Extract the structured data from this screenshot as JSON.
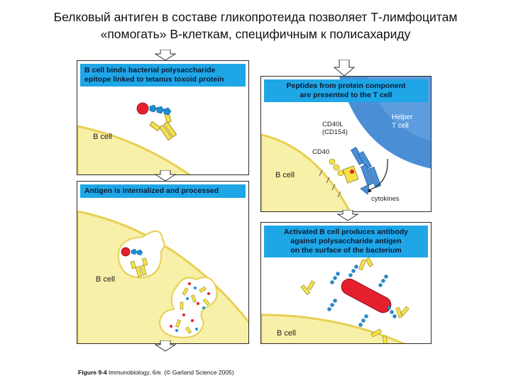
{
  "slide": {
    "title_line1": "Белковый антиген в составе гликопротеида позволяет Т-лимфоцитам",
    "title_line2": "«помогать» В-клеткам, специфичным к полисахариду"
  },
  "panels": {
    "binds": {
      "header_line1": "B cell binds bacterial polysaccharide",
      "header_line2": "epitope linked to tetanus toxoid protein",
      "cell_label": "B  cell"
    },
    "internalized": {
      "header": "Antigen is internalized and processed",
      "cell_label": "B  cell"
    },
    "presented": {
      "header_line1": "Peptides from protein component",
      "header_line2": "are presented to the T cell",
      "helper_line1": "Helper",
      "helper_line2": "T cell",
      "cd40l_line1": "CD40L",
      "cd40l_line2": "(CD154)",
      "cd40": "CD40",
      "cytokines": "cytokines",
      "cell_label": "B  cell"
    },
    "activated": {
      "header_line1": "Activated B cell produces antibody",
      "header_line2": "against polysaccharide antigen",
      "header_line3": "on the surface of the bacterium",
      "cell_label": "B  cell"
    }
  },
  "caption": {
    "figure": "Figure 9-4",
    "text": "Immunobiology, 6/e. (© Garland Science 2005)"
  },
  "colors": {
    "header_blue": "#1fa6e6",
    "cell_yellow": "#f7f0a8",
    "cell_border": "#e8cf52",
    "tcell_blue": "#4a8fd6",
    "bacterium_red": "#e5202e",
    "antibody_yellow": "#f5e14a",
    "polysaccharide_blue": "#1c8fd6"
  }
}
